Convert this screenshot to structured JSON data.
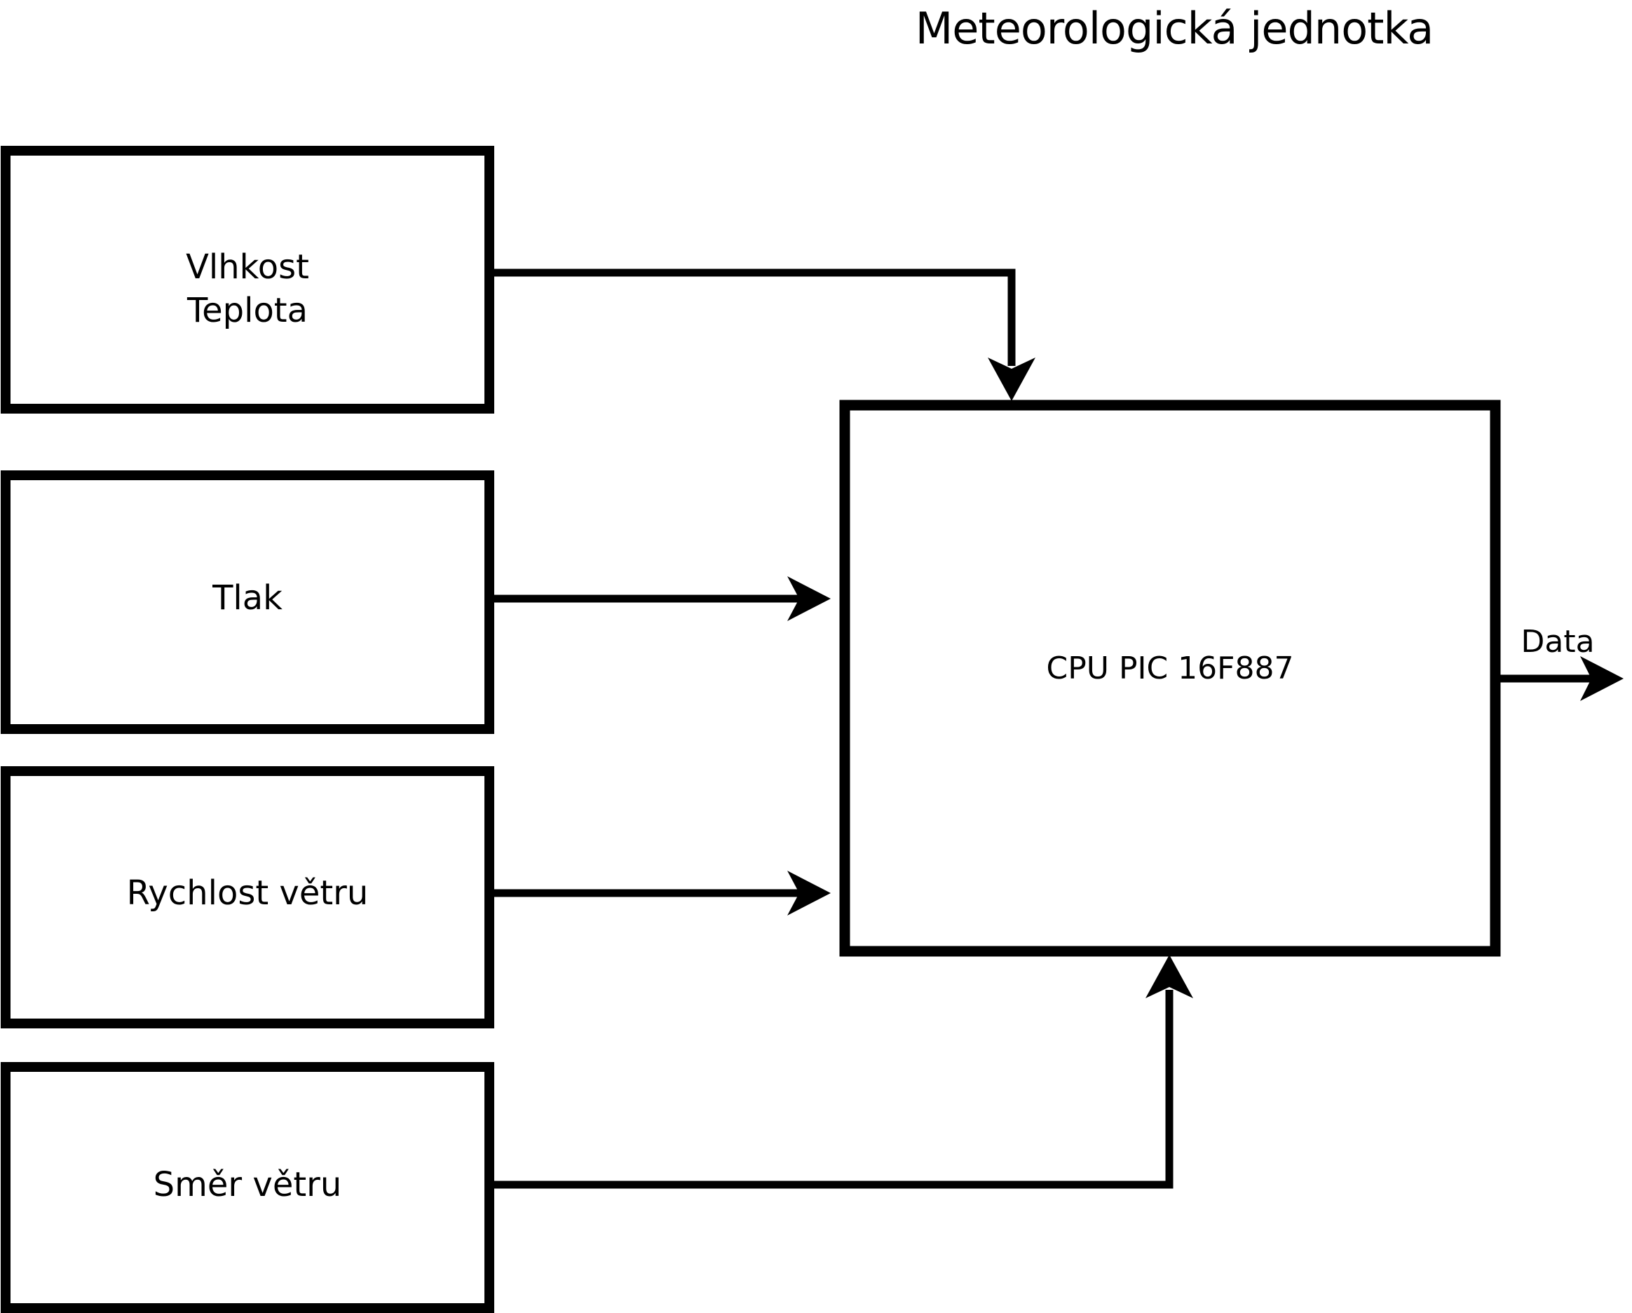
{
  "diagram": {
    "title": "Meteorologická jednotka",
    "colors": {
      "foreground": "#000000",
      "background": "#ffffff"
    },
    "sensors": [
      {
        "id": "vlhkost-teplota",
        "label_lines": [
          "Vlhkost",
          "Teplota"
        ]
      },
      {
        "id": "tlak",
        "label_lines": [
          "Tlak"
        ]
      },
      {
        "id": "rychlost-vetru",
        "label_lines": [
          "Rychlost větru"
        ]
      },
      {
        "id": "smer-vetru",
        "label_lines": [
          "Směr větru"
        ]
      }
    ],
    "cpu": {
      "label": "CPU PIC 16F887"
    },
    "output": {
      "label": "Data"
    }
  }
}
